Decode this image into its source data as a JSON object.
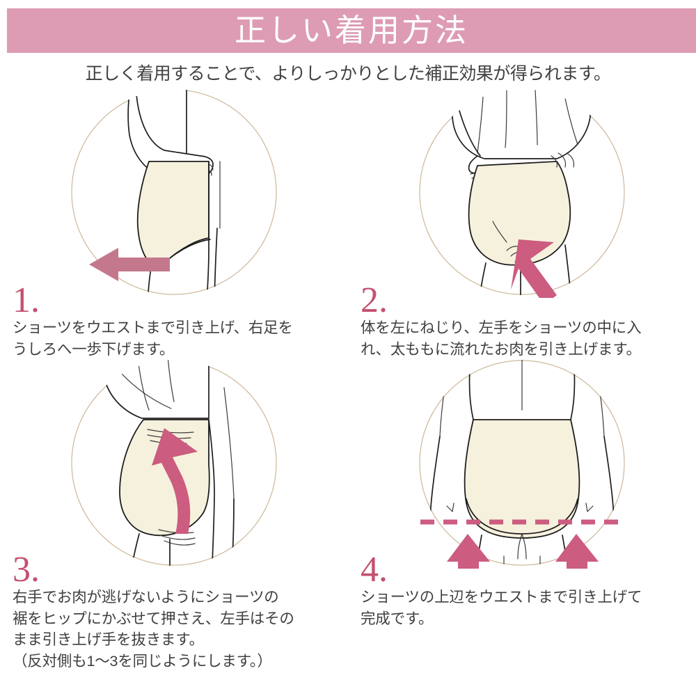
{
  "header": {
    "title": "正しい着用方法",
    "banner_color": "#dd9cb4",
    "title_color": "#ffffff"
  },
  "subtitle": "正しく着用することで、よりしっかりとした補正効果が得られます。",
  "colors": {
    "accent_pink": "#c4516f",
    "arrow_soft": "#c4788c",
    "arrow_strong": "#cc5c80",
    "garment_cream": "#f6f1dd",
    "circle_ring": "#cdb89a",
    "text_gray": "#3f3f3f"
  },
  "steps": [
    {
      "number": "1.",
      "text": "ショーツをウエストまで引き上げ、右足を\nうしろへ一歩下げます。",
      "note": "",
      "illustration": "side-view-pull-up-shorts",
      "arrow": "left-arrow"
    },
    {
      "number": "2.",
      "text": "体を左にねじり、左手をショーツの中に入\nれ、太ももに流れたお肉を引き上げます。",
      "note": "",
      "illustration": "twisted-rear-view-hand-inside",
      "arrow": "diagonal-up-arrow"
    },
    {
      "number": "3.",
      "text": "右手でお肉が逃げないようにショーツの\n裾をヒップにかぶせて押さえ、左手はその\nまま引き上げ手を抜きます。",
      "note": "（反対側も1〜3を同じようにします。）",
      "illustration": "side-rear-view-press-hem",
      "arrow": "curved-up-arrow"
    },
    {
      "number": "4.",
      "text": "ショーツの上辺をウエストまで引き上げて\n完成です。",
      "note": "",
      "illustration": "rear-view-finished",
      "arrow": "two-up-arrows-with-dashed-waistline"
    }
  ]
}
